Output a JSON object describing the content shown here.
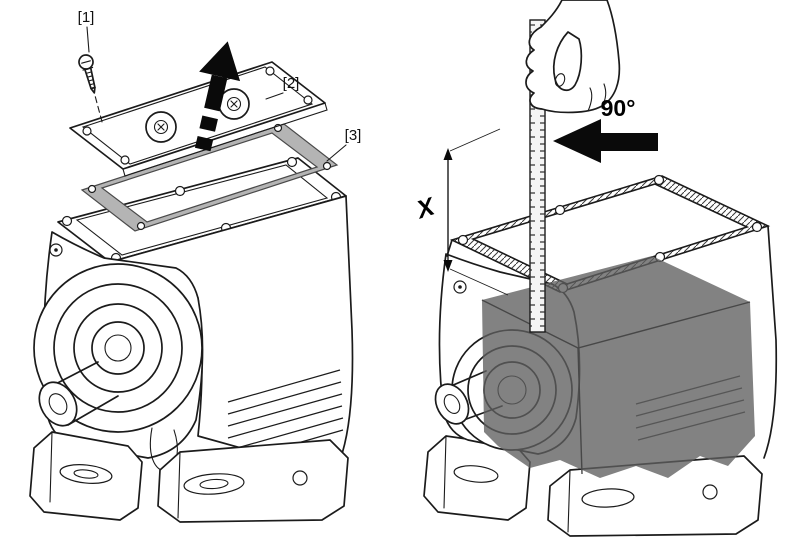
{
  "illustration": {
    "left": {
      "callout_1": "[1]",
      "callout_2": "[2]",
      "callout_3": "[3]"
    },
    "right": {
      "angle_label": "90°",
      "dimension_label": "X"
    }
  },
  "colors": {
    "line": "#1b1b1b",
    "gasket_fill": "#b4b4b4",
    "shaded_fill": "#5f5f5f",
    "background": "#ffffff"
  }
}
